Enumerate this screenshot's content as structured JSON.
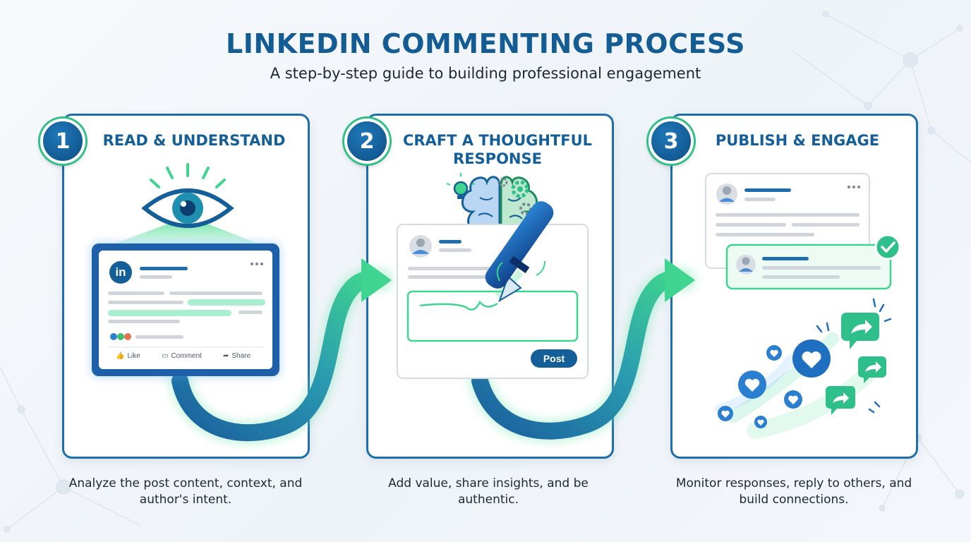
{
  "header": {
    "title": "LINKEDIN COMMENTING PROCESS",
    "subtitle": "A step-by-step guide to building professional engagement"
  },
  "steps": [
    {
      "number": "1",
      "title": "READ & UNDERSTAND",
      "caption": "Analyze the post content, context, and author's intent.",
      "post_actions": {
        "like": "Like",
        "comment": "Comment",
        "share": "Share"
      },
      "logo": "in"
    },
    {
      "number": "2",
      "title": "CRAFT A THOUGHTFUL RESPONSE",
      "caption": "Add value, share insights, and be authentic.",
      "post_button": "Post"
    },
    {
      "number": "3",
      "title": "PUBLISH & ENGAGE",
      "caption": "Monitor responses, reply to others, and build connections."
    }
  ],
  "colors": {
    "primary": "#155f99",
    "accent_green": "#2fbf8a",
    "card_border": "#1e6eaa"
  }
}
